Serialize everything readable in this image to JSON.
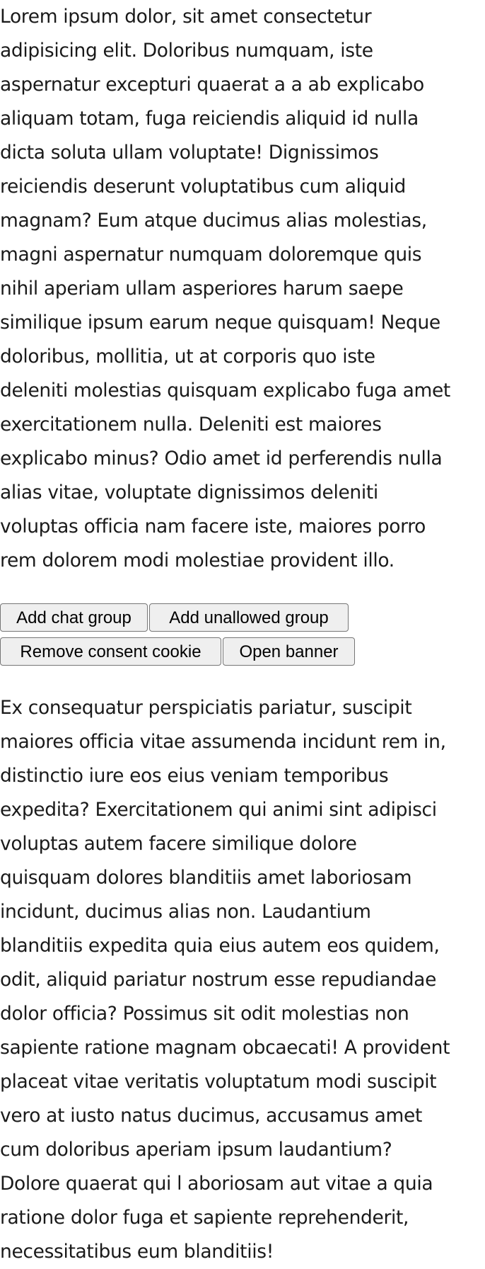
{
  "paragraph_1": {
    "lines": [
      "Lorem ipsum dolor, sit amet consectetur",
      "adipisicing elit. Doloribus numquam, iste",
      "aspernatur excepturi quaerat a a ab explicabo",
      "aliquam totam, fuga reiciendis aliquid id nulla",
      "dicta soluta ullam voluptate! Dignissimos",
      "reiciendis deserunt voluptatibus cum aliquid",
      "magnam? Eum atque ducimus alias molestias,",
      "magni aspernatur numquam doloremque quis",
      "nihil aperiam ullam asperiores harum saepe",
      "similique ipsum earum neque quisquam! Neque",
      "doloribus, mollitia, ut at corporis quo iste",
      "deleniti molestias quisquam explicabo fuga amet",
      "exercitationem nulla. Deleniti est maiores",
      "explicabo minus? Odio amet id perferendis nulla",
      "alias vitae, voluptate dignissimos deleniti",
      "voluptas officia nam facere iste, maiores porro",
      "rem dolorem modi molestiae provident illo."
    ]
  },
  "buttons": {
    "add_chat_group": "Add chat group",
    "add_unallowed_group": "Add unallowed group",
    "remove_consent_cookie": "Remove consent cookie",
    "open_banner": "Open banner"
  },
  "paragraph_2": {
    "lines": [
      "Ex consequatur perspiciatis pariatur, suscipit",
      "maiores officia vitae assumenda incidunt rem in,",
      "distinctio iure eos eius veniam temporibus",
      "expedita? Exercitationem qui animi sint adipisci",
      "voluptas autem facere similique dolore",
      "quisquam dolores blanditiis amet laboriosam",
      "incidunt, ducimus alias non. Laudantium",
      "blanditiis expedita quia eius autem eos quidem,",
      "odit, aliquid pariatur nostrum esse repudiandae",
      "dolor officia? Possimus sit odit molestias non",
      "sapiente ratione magnam obcaecati! A provident",
      "placeat vitae veritatis voluptatum modi suscipit",
      "vero at iusto natus ducimus, accusamus amet",
      "cum doloribus aperiam ipsum laudantium?",
      "Dolore quaerat qui l aboriosam aut vitae a quia",
      "ratione dolor fuga et sapiente reprehenderit,",
      "necessitatibus eum blanditiis!"
    ]
  }
}
